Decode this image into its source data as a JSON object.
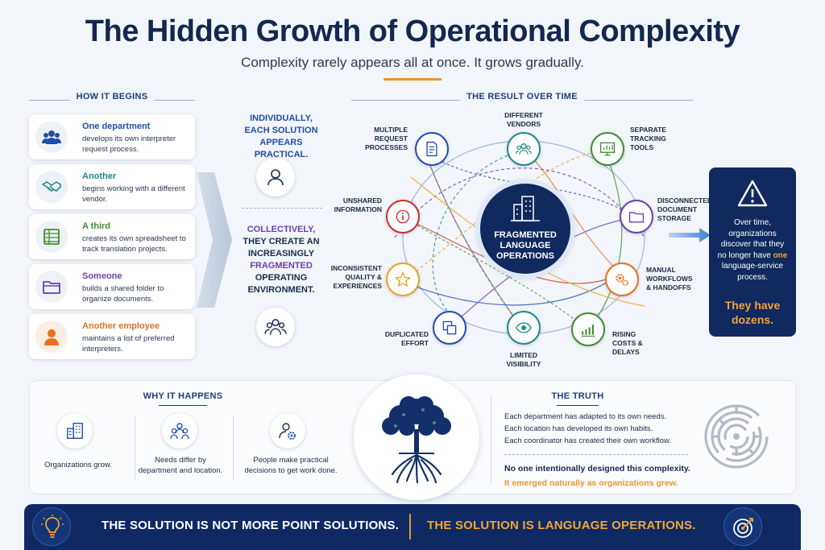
{
  "title": "The Hidden Growth of Operational Complexity",
  "subtitle": "Complexity rarely appears all at once. It grows gradually.",
  "begins": {
    "heading": "HOW IT BEGINS",
    "items": [
      {
        "who": "One department",
        "what": "develops its own interpreter request process.",
        "icon": "people-group-icon",
        "color": "#1f4fa8"
      },
      {
        "who": "Another",
        "what": "begins working with a different vendor.",
        "icon": "handshake-icon",
        "color": "#1d8a8a"
      },
      {
        "who": "A third",
        "what": "creates its own spreadsheet to track translation projects.",
        "icon": "spreadsheet-icon",
        "color": "#3e8c2f"
      },
      {
        "who": "Someone",
        "what": "builds a shared folder to organize documents.",
        "icon": "folder-icon",
        "color": "#6a3fb0"
      },
      {
        "who": "Another employee",
        "what": "maintains a list of preferred interpreters.",
        "icon": "person-icon",
        "color": "#e5721e"
      }
    ]
  },
  "middle": {
    "individually": "INDIVIDUALLY, EACH SOLUTION APPEARS PRACTICAL.",
    "collectively_1": "COLLECTIVELY,",
    "collectively_2": "THEY CREATE AN",
    "collectively_3": "INCREASINGLY",
    "collectively_4": "FRAGMENTED",
    "collectively_5": "OPERATING",
    "collectively_6": "ENVIRONMENT."
  },
  "result": {
    "heading": "THE RESULT OVER TIME",
    "center_1": "FRAGMENTED",
    "center_2": "LANGUAGE",
    "center_3": "OPERATIONS",
    "nodes": [
      {
        "label": "DIFFERENT VENDORS",
        "color": "#1d8a8a"
      },
      {
        "label": "SEPARATE TRACKING TOOLS",
        "color": "#3e8c2f"
      },
      {
        "label": "DISCONNECTED DOCUMENT STORAGE",
        "color": "#6a3fb0"
      },
      {
        "label": "MANUAL WORKFLOWS & HANDOFFS",
        "color": "#e5721e"
      },
      {
        "label": "RISING COSTS & DELAYS",
        "color": "#3e8c2f"
      },
      {
        "label": "LIMITED VISIBILITY",
        "color": "#1d8a8a"
      },
      {
        "label": "DUPLICATED EFFORT",
        "color": "#1f4fa8"
      },
      {
        "label": "INCONSISTENT QUALITY & EXPERIENCES",
        "color": "#e8a21e"
      },
      {
        "label": "UNSHARED INFORMATION",
        "color": "#c8302f"
      },
      {
        "label": "MULTIPLE REQUEST PROCESSES",
        "color": "#1f4fa8"
      }
    ]
  },
  "callout": {
    "line1": "Over time, organizations discover that they no longer have",
    "highlight": "one",
    "line2": "language-service process.",
    "punch": "They have dozens."
  },
  "why": {
    "heading": "WHY IT HAPPENS",
    "items": [
      {
        "text": "Organizations grow.",
        "icon": "building-icon"
      },
      {
        "text": "Needs differ by department and location.",
        "icon": "team-icon"
      },
      {
        "text": "People make practical decisions to get work done.",
        "icon": "person-gear-icon"
      }
    ]
  },
  "truth": {
    "heading": "THE TRUTH",
    "lines": [
      "Each department has adapted to its own needs.",
      "Each location has developed its own habits.",
      "Each coordinator has created their own workflow."
    ],
    "statement": "No one intentionally designed this complexity.",
    "emphasis": "It emerged naturally as organizations grew."
  },
  "banner": {
    "left": "THE SOLUTION IS NOT MORE POINT SOLUTIONS.",
    "right": "THE SOLUTION IS LANGUAGE OPERATIONS."
  },
  "colors": {
    "navy": "#10295e",
    "orange": "#e8962b",
    "accent_blue": "#1f4fa8"
  }
}
